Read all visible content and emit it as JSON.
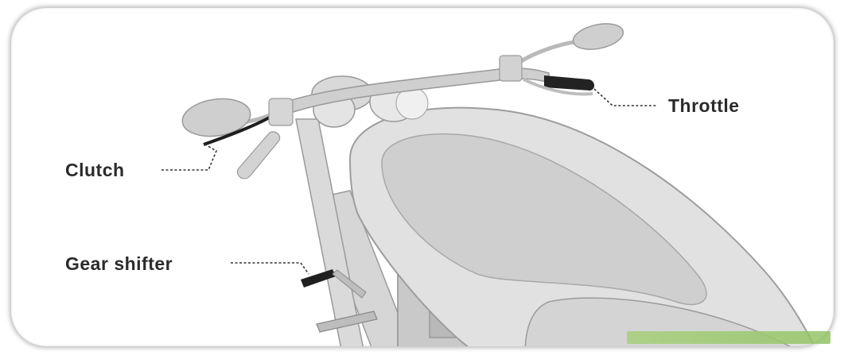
{
  "labels": {
    "throttle": "Throttle",
    "clutch": "Clutch",
    "gear_shifter": "Gear shifter"
  },
  "caption": "",
  "colors": {
    "body_light": "#e3e3e3",
    "body_mid": "#cfcfcf",
    "body_dark": "#b4b4b4",
    "grip": "#222222",
    "label_text": "#2b2b2b",
    "caption_bg": "#a6d07a"
  },
  "icons": [
    "motorcycle-illustration"
  ]
}
